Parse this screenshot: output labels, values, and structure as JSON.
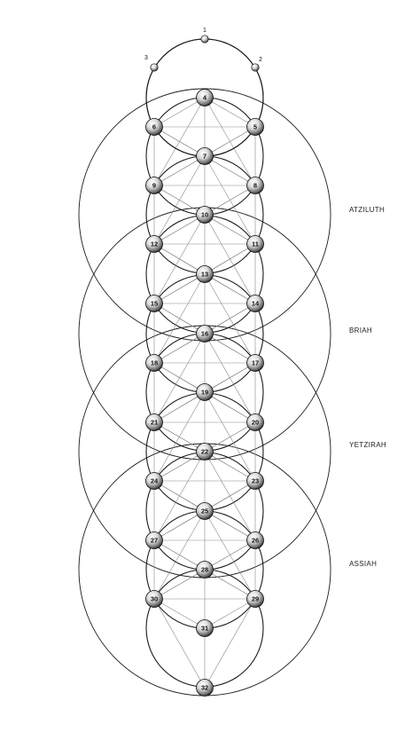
{
  "worlds": [
    {
      "id": "atziluth",
      "label": "ATZILUTH"
    },
    {
      "id": "briah",
      "label": "BRIAH"
    },
    {
      "id": "yetzirah",
      "label": "YETZIRAH"
    },
    {
      "id": "assiah",
      "label": "ASSIAH"
    }
  ],
  "top_nodes": [
    {
      "id": "1",
      "label": "1"
    },
    {
      "id": "2",
      "label": "2"
    },
    {
      "id": "3",
      "label": "3"
    }
  ],
  "nodes": [
    {
      "id": "4",
      "label": "4"
    },
    {
      "id": "5",
      "label": "5"
    },
    {
      "id": "6",
      "label": "6"
    },
    {
      "id": "7",
      "label": "7"
    },
    {
      "id": "8",
      "label": "8"
    },
    {
      "id": "9",
      "label": "9"
    },
    {
      "id": "10",
      "label": "10"
    },
    {
      "id": "11",
      "label": "11"
    },
    {
      "id": "12",
      "label": "12"
    },
    {
      "id": "13",
      "label": "13"
    },
    {
      "id": "14",
      "label": "14"
    },
    {
      "id": "15",
      "label": "15"
    },
    {
      "id": "16",
      "label": "16"
    },
    {
      "id": "17",
      "label": "17"
    },
    {
      "id": "18",
      "label": "18"
    },
    {
      "id": "19",
      "label": "19"
    },
    {
      "id": "20",
      "label": "20"
    },
    {
      "id": "21",
      "label": "21"
    },
    {
      "id": "22",
      "label": "22"
    },
    {
      "id": "23",
      "label": "23"
    },
    {
      "id": "24",
      "label": "24"
    },
    {
      "id": "25",
      "label": "25"
    },
    {
      "id": "26",
      "label": "26"
    },
    {
      "id": "27",
      "label": "27"
    },
    {
      "id": "28",
      "label": "28"
    },
    {
      "id": "29",
      "label": "29"
    },
    {
      "id": "30",
      "label": "30"
    },
    {
      "id": "31",
      "label": "31"
    },
    {
      "id": "32",
      "label": "32"
    }
  ],
  "colors": {
    "line": "#1a1a1a",
    "thin_line": "#8a8a8a",
    "node_fill": "#e8e8e8"
  }
}
